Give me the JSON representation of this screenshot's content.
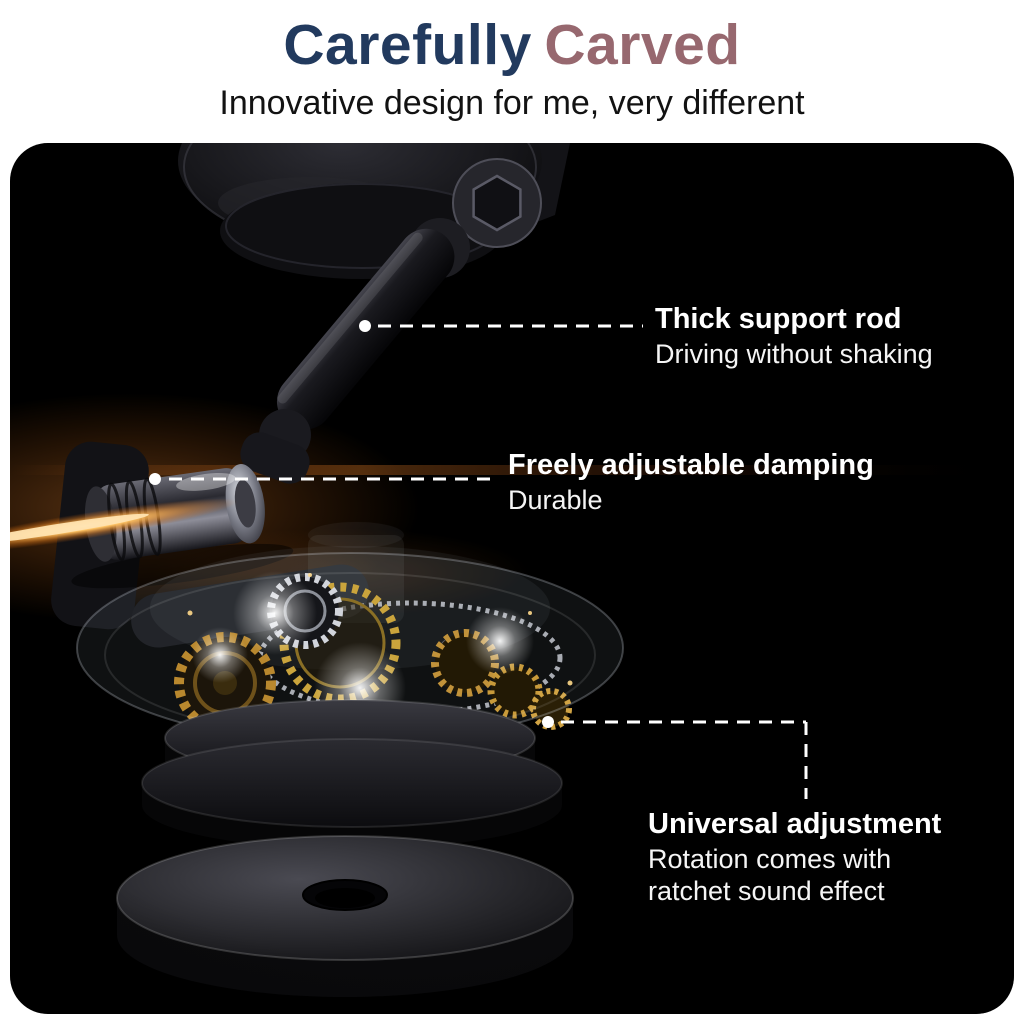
{
  "header": {
    "title_part_1": "Carefully",
    "title_part_2": "Carved",
    "subtitle": "Innovative design for me, very different"
  },
  "callouts": [
    {
      "title": "Thick support rod",
      "desc": "Driving without shaking"
    },
    {
      "title": "Freely adjustable damping",
      "desc": "Durable"
    },
    {
      "title": "Universal adjustment",
      "desc": "Rotation comes with ratchet sound effect"
    }
  ],
  "colors": {
    "title_primary": "#223a5e",
    "title_accent": "#97686f",
    "panel_background": "#000000",
    "callout_text": "#ffffff",
    "glow_accent": "#ff9d3a",
    "gear_gold": "#c89a3a",
    "gear_silver": "#c8ccd4"
  }
}
